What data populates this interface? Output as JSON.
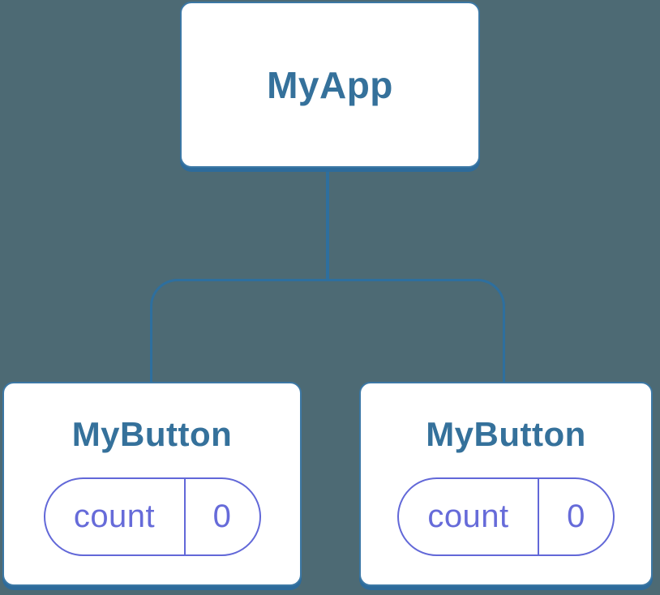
{
  "diagram": {
    "type": "component-tree",
    "colors": {
      "background": "#4d6a74",
      "node_border": "#3c78a5",
      "node_shadow": "#2d6b9b",
      "connector": "#2e6f9e",
      "title_text": "#35719b",
      "state_accent": "#666bd9"
    },
    "root": {
      "label": "MyApp"
    },
    "children": [
      {
        "label": "MyButton",
        "state": {
          "name": "count",
          "value": "0"
        }
      },
      {
        "label": "MyButton",
        "state": {
          "name": "count",
          "value": "0"
        }
      }
    ]
  }
}
